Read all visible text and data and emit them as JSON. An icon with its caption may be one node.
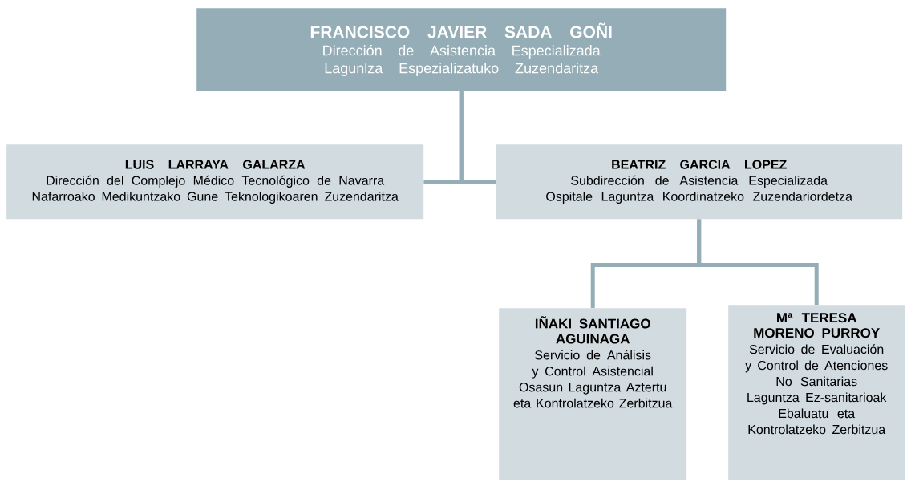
{
  "diagram": {
    "nodes": [
      {
        "text": [
          "FRANCISCO JAVIER SADA GOÑI",
          "Dirección de Asistencia Especializada",
          "Lagunlza Espezializatuko Zuzendaritza"
        ]
      },
      {
        "text": [
          "LUIS LARRAYA GALARZA",
          "Dirección del Complejo Médico Tecnológico de Navarra",
          "Nafarroako Medikuntzako Gune Teknologikoaren Zuzendaritza"
        ]
      },
      {
        "text": [
          "BEATRIZ GARCIA LOPEZ",
          "Subdirección de Asistencia Especializada",
          "Ospitale Laguntza Koordinatzeko Zuzendariordetza"
        ]
      },
      {
        "text": [
          "IÑAKI SANTIAGO AGUINAGA",
          "Servicio de Análisis y Control Asistencial",
          "Osasun Laguntza Aztertu eta Kontrolatzeko Zerbitzua"
        ]
      },
      {
        "text": [
          "Mª TERESA MORENO PURROY",
          "Servicio de Evaluación y Control de Atenciones No Sanitarias",
          "Laguntza Ez-sanitarioak Ebaluatu eta Kontrolatzeko Zerbitzua"
        ]
      }
    ],
    "edges": [
      {
        "from": 0,
        "to": 1,
        "arrow": "none"
      },
      {
        "from": 0,
        "to": 2,
        "arrow": "none"
      },
      {
        "from": 2,
        "to": 3,
        "arrow": "none"
      },
      {
        "from": 2,
        "to": 4,
        "arrow": "none"
      }
    ]
  }
}
